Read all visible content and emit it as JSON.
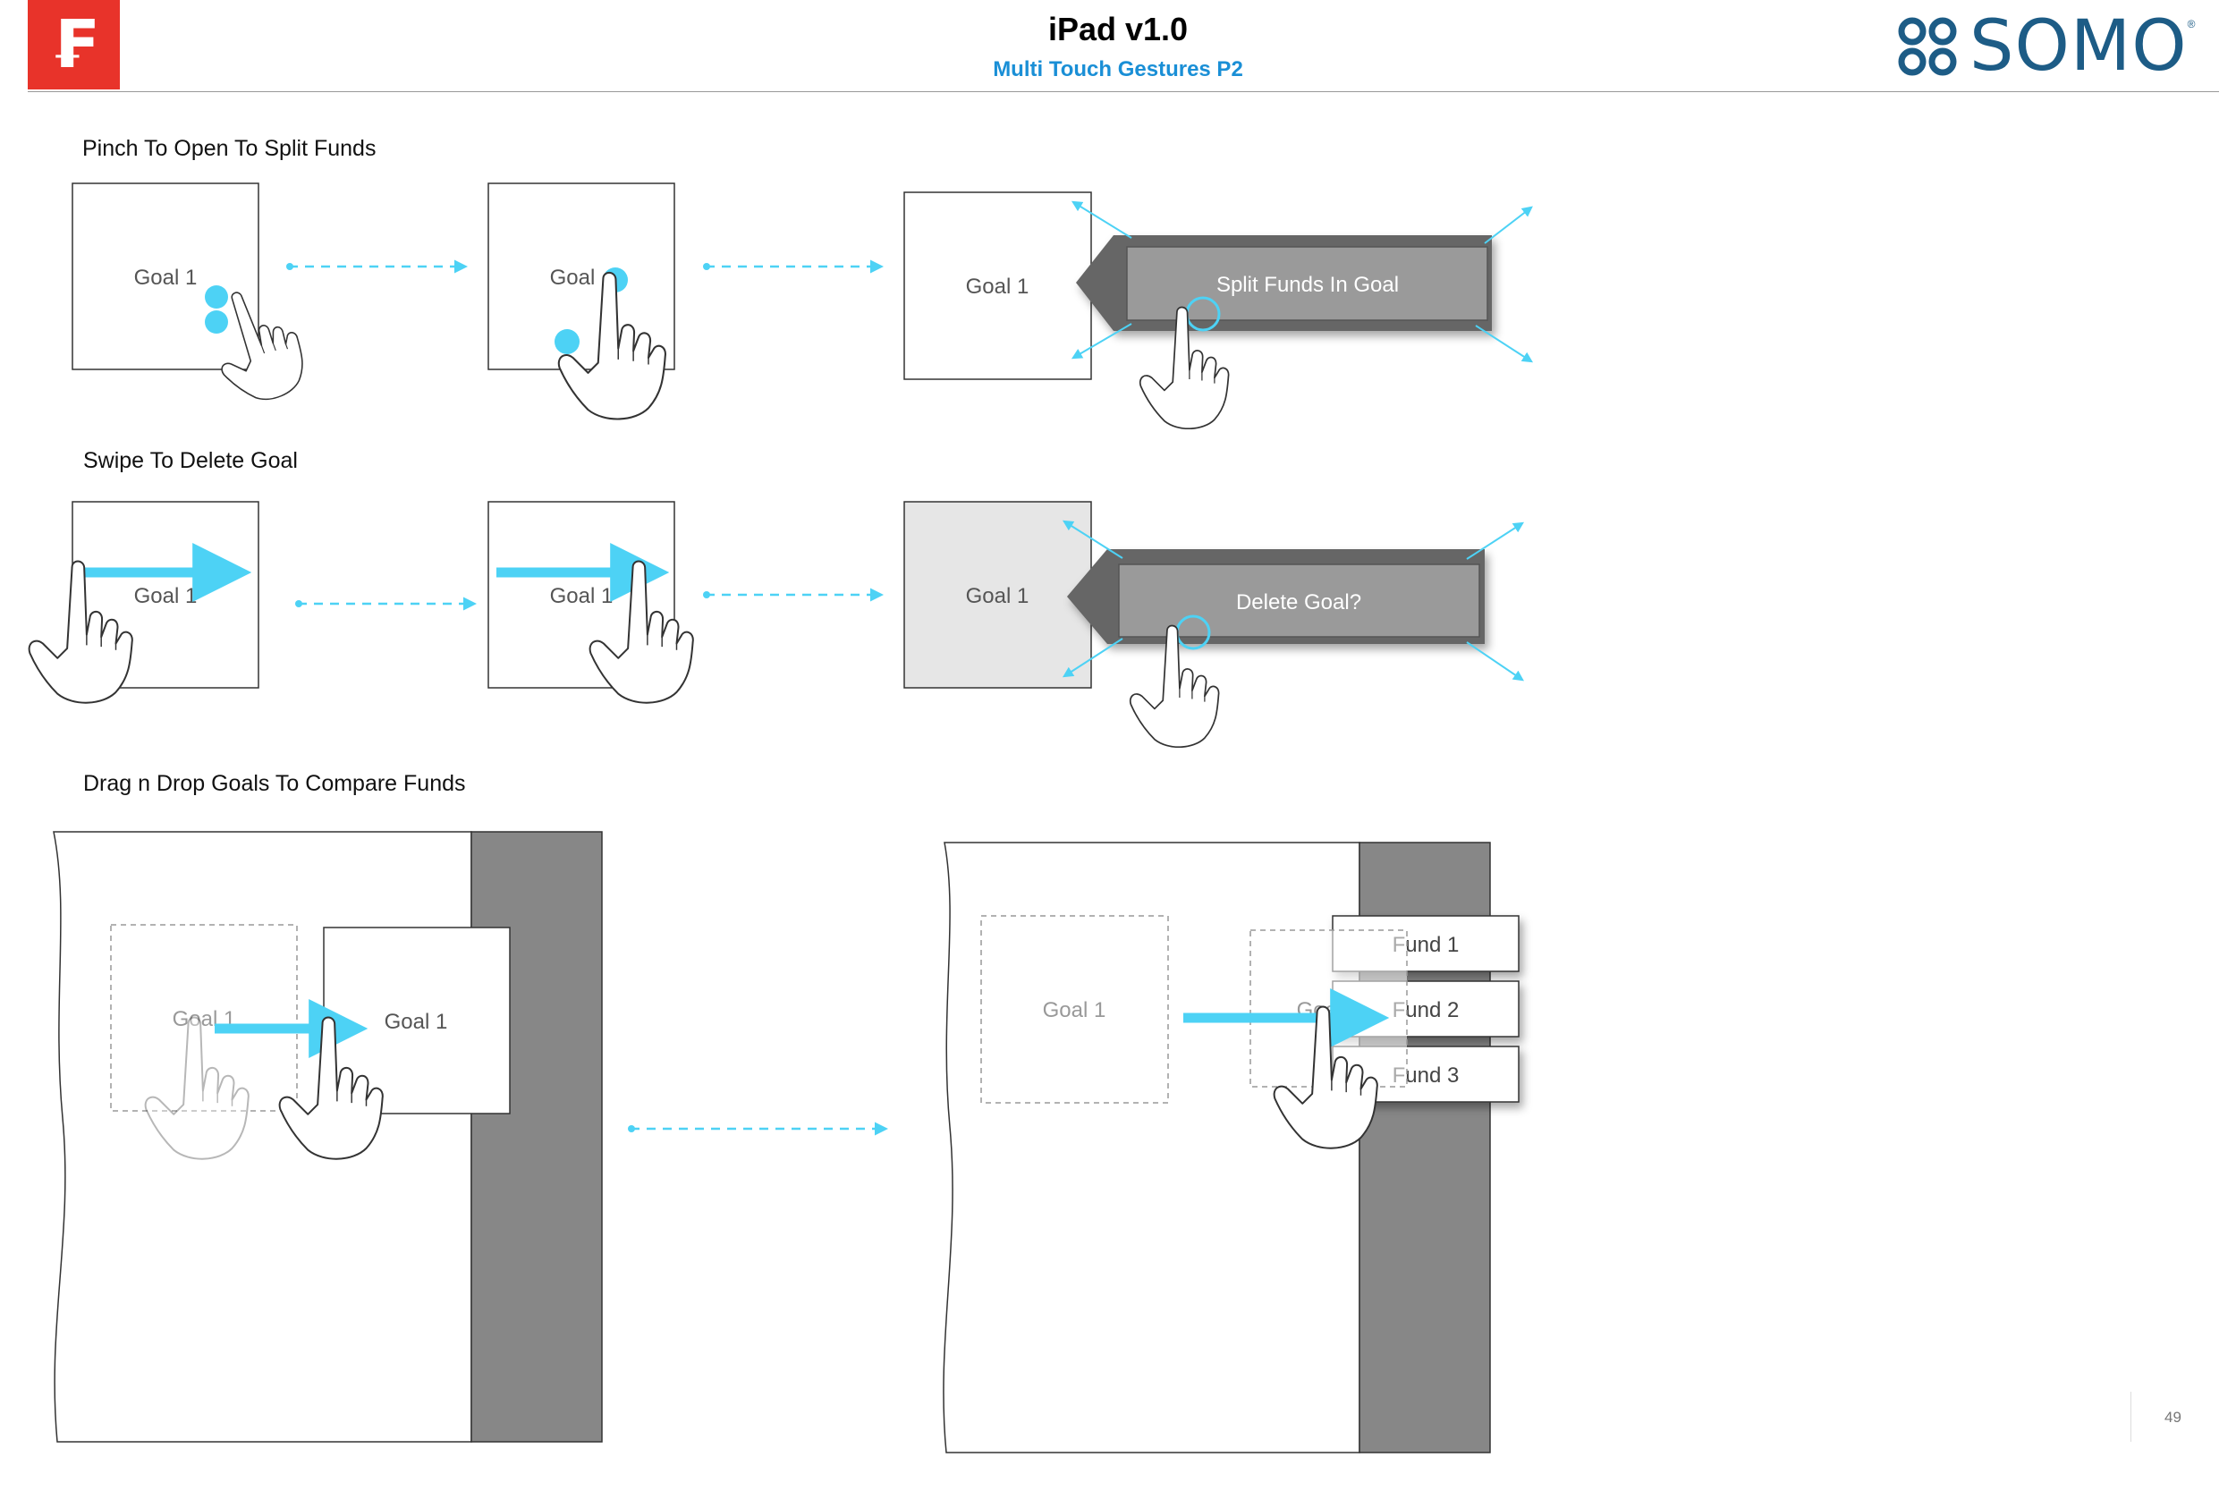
{
  "header": {
    "logo_left_glyph": "₣",
    "title": "iPad v1.0",
    "subtitle": "Multi Touch Gestures P2",
    "brand_name": "SOMO",
    "brand_reg": "®"
  },
  "sections": {
    "pinch": {
      "label": "Pinch To Open To Split Funds",
      "goal_a": "Goal 1",
      "goal_b": "Goal",
      "goal_c": "Goal 1",
      "action": "Split Funds In Goal"
    },
    "swipe": {
      "label": "Swipe To Delete Goal",
      "goal_a": "Goal 1",
      "goal_b": "Goal 1",
      "goal_c": "Goal 1",
      "action": "Delete Goal?"
    },
    "drag": {
      "label": "Drag n Drop Goals To Compare Funds",
      "ghost_goal": "Goal 1",
      "drag_goal": "Goal 1",
      "target_goal": "Goal 1",
      "dragging_goal": "Goal 1",
      "funds": [
        "Fund 1",
        "Fund 2",
        "Fund 3"
      ]
    }
  },
  "colors": {
    "accent": "#4dd2f5",
    "logo_red": "#e8332a",
    "subtitle_blue": "#1a8fd6",
    "brand_blue": "#1d5c86",
    "panel_gray": "#878787"
  },
  "footer": {
    "page_number": "49"
  }
}
